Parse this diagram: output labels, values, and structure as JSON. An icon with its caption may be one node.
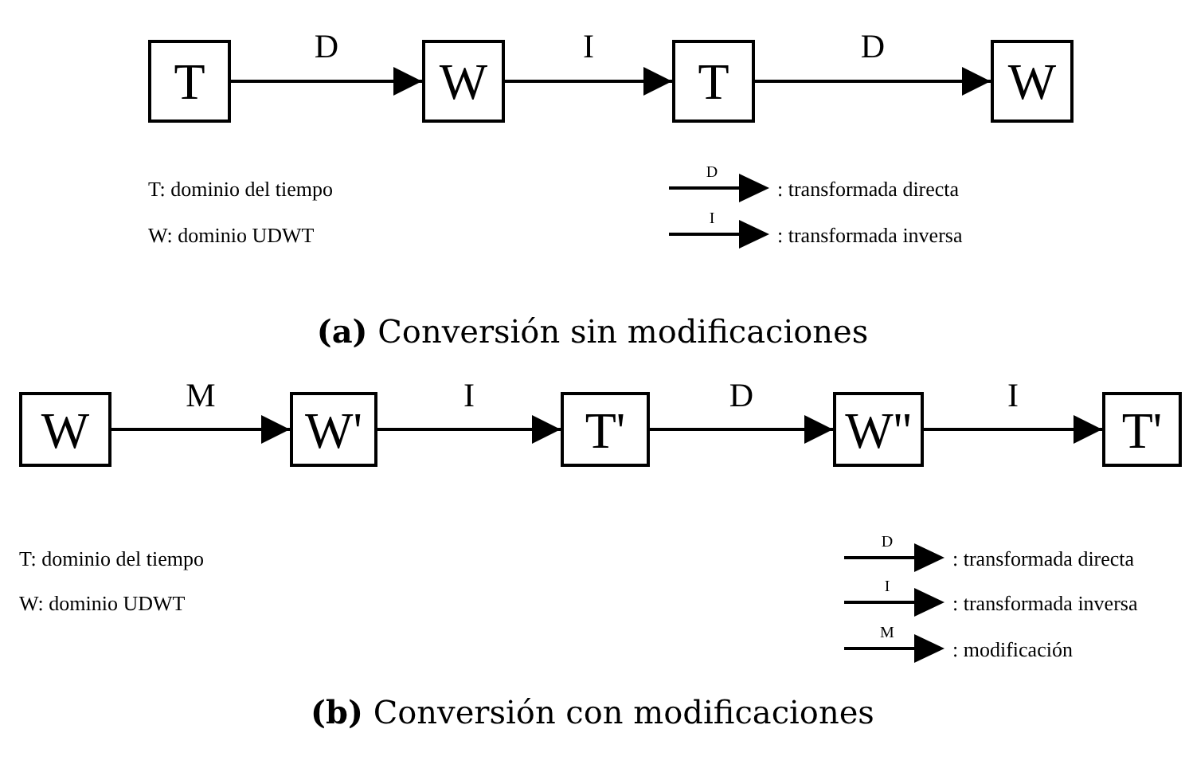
{
  "diagram": {
    "nodes": [
      {
        "text": [
          "T"
        ]
      },
      {
        "text": [
          "W"
        ]
      },
      {
        "text": [
          "T"
        ]
      },
      {
        "text": [
          "W"
        ]
      },
      {
        "text": [
          "W"
        ]
      },
      {
        "text": [
          "W'"
        ]
      },
      {
        "text": [
          "T'"
        ]
      },
      {
        "text": [
          "W''"
        ]
      },
      {
        "text": [
          "T'"
        ]
      }
    ],
    "edges": [
      {
        "from": 0,
        "to": 1,
        "arrow": "to",
        "label": "D"
      },
      {
        "from": 1,
        "to": 2,
        "arrow": "to",
        "label": "I"
      },
      {
        "from": 2,
        "to": 3,
        "arrow": "to",
        "label": "D"
      },
      {
        "from": 4,
        "to": 5,
        "arrow": "to",
        "label": "M"
      },
      {
        "from": 5,
        "to": 6,
        "arrow": "to",
        "label": "I"
      },
      {
        "from": 6,
        "to": 7,
        "arrow": "to",
        "label": "D"
      },
      {
        "from": 7,
        "to": 8,
        "arrow": "to",
        "label": "I"
      }
    ],
    "labels": [
      "T: dominio del tiempo",
      "D",
      "W: dominio UDWT",
      "I",
      "**(a)** Conversión sin modificaciones",
      "T: dominio del tiempo",
      "D",
      "W: dominio UDWT",
      "I",
      "M",
      "**(b)** Conversión con modificaciones"
    ],
    "legend": [
      {
        "text": ": transformada directa"
      },
      {
        "text": ": transformada inversa"
      },
      {
        "text": ": transformada directa"
      },
      {
        "text": ": transformada inversa"
      },
      {
        "text": ": modificación"
      }
    ]
  }
}
